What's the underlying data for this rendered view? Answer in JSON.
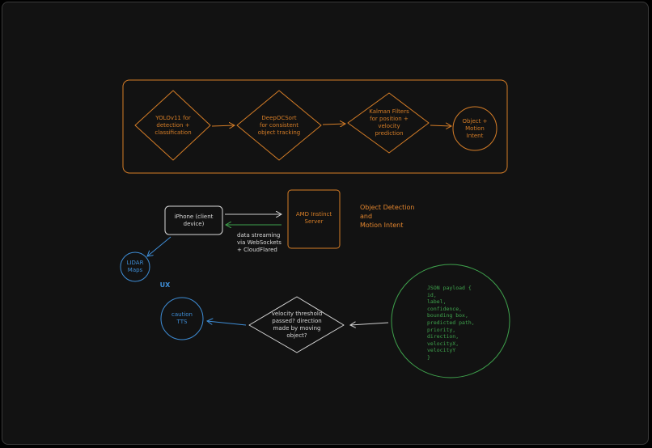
{
  "colors": {
    "background": "#121212",
    "pipeline": "#d57d27",
    "client": "#d8d8d8",
    "ux": "#3e8dd6",
    "payload": "#3fa34d"
  },
  "pipeline": {
    "yolo": "YOLOv11 for\ndetection +\nclassification",
    "deepocsort": "DeepOCSort\nfor consistent\nobject tracking",
    "kalman": "Kalman Filters\nfor position +\nvelocity\nprediction",
    "intent": "Object +\nMotion\nIntent"
  },
  "system": {
    "iphone": "iPhone (client\ndevice)",
    "server": "AMD Instinct\nServer",
    "server_title": "Object Detection\nand\nMotion Intent",
    "streaming": "data streaming\nvia WebSockets\n+ CloudFlared",
    "lidar": "LIDAR\nMaps"
  },
  "ux": {
    "label": "UX",
    "caution": "caution\nTTS",
    "decision": "velocity threshold\npassed? direction\nmade by moving\nobject?"
  },
  "payload": {
    "text": "JSON payload {\n    id,\n    label,\n    confidence,\n    bounding box,\n    predicted path,\n    priority,\n    direction,\n    velocityX,\n    velocityY\n}"
  }
}
